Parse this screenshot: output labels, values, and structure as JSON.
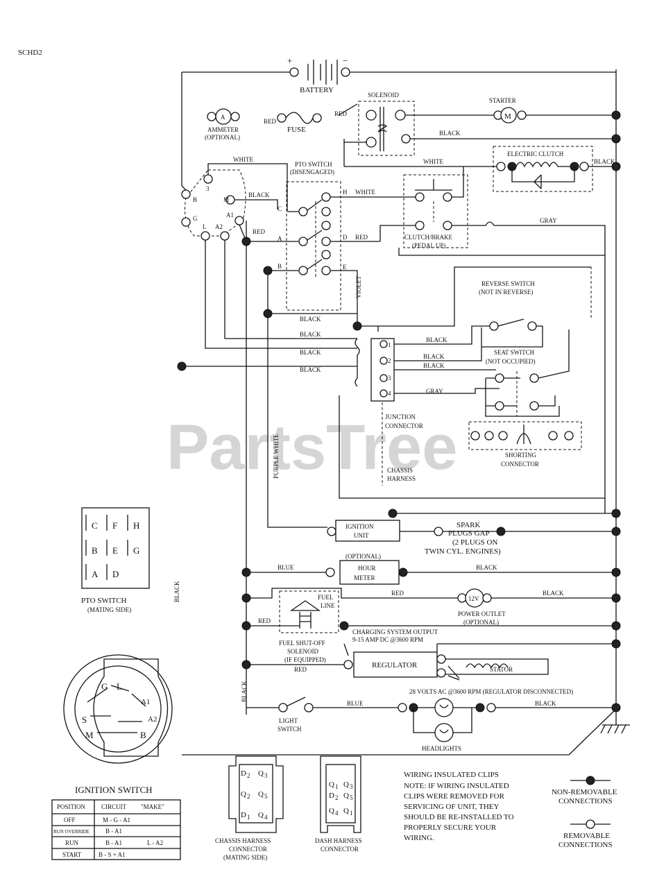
{
  "page": {
    "code": "SCHD2",
    "watermark": "PartsTree",
    "side_code": "BLACK"
  },
  "top": {
    "battery": "BATTERY",
    "plus": "+",
    "minus": "−",
    "solenoid": "SOLENOID",
    "starter": "STARTER",
    "starter_m": "M",
    "ammeter": "AMMETER",
    "ammeter_sub": "(OPTIONAL)",
    "ammeter_a": "A",
    "fuse": "FUSE",
    "red": "RED",
    "black": "BLACK",
    "electric_clutch": "ELECTRIC CLUTCH"
  },
  "pto": {
    "title": "PTO SWITCH",
    "sub": "(DISENGAGED)",
    "pins": [
      "C",
      "H",
      "A",
      "D",
      "B",
      "E"
    ]
  },
  "ignition_terminals": [
    "3",
    "B",
    "G",
    "A1",
    "L",
    "A2",
    "M"
  ],
  "clutch_brake": {
    "label": "CLUTCH/BRAKE",
    "sub": "(PEDAL UP)"
  },
  "reverse_switch": {
    "label": "REVERSE SWITCH",
    "sub": "(NOT IN REVERSE)"
  },
  "seat_switch": {
    "label": "SEAT SWITCH",
    "sub": "(NOT OCCUPIED)"
  },
  "junction": {
    "label": "JUNCTION",
    "label2": "CONNECTOR",
    "pins": [
      "1",
      "2",
      "3",
      "4"
    ]
  },
  "shorting": {
    "label": "SHORTING",
    "label2": "CONNECTOR"
  },
  "chassis": {
    "label": "CHASSIS",
    "label2": "HARNESS"
  },
  "wires": {
    "white": "WHITE",
    "black": "BLACK",
    "red": "RED",
    "gray": "GRAY",
    "blue": "BLUE",
    "violet": "VIOLET",
    "purple_white": "PURPLE WHITE"
  },
  "pto_legend": {
    "title": "PTO SWITCH",
    "sub": "(MATING SIDE)",
    "grid": [
      [
        "C",
        "F",
        "H"
      ],
      [
        "B",
        "E",
        "G"
      ],
      [
        "A",
        "D",
        ""
      ]
    ]
  },
  "ignition_unit": {
    "label": "IGNITION",
    "label2": "UNIT"
  },
  "spark": {
    "l1": "SPARK",
    "l2": "PLUGS GAP",
    "l3": "(2 PLUGS ON",
    "l4": "TWIN CYL. ENGINES)"
  },
  "hour_meter": {
    "opt": "(OPTIONAL)",
    "l1": "HOUR",
    "l2": "METER"
  },
  "power_outlet": {
    "label": "12V",
    "l1": "POWER OUTLET",
    "l2": "(OPTIONAL)"
  },
  "fuel_solenoid": {
    "l1": "FUEL SHUT-OFF",
    "l2": "SOLENOID",
    "l3": "(IF EQUIPPED)",
    "fuel": "FUEL",
    "line": "LINE"
  },
  "regulator": {
    "label": "REGULATOR",
    "note1": "CHARGING SYSTEM OUTPUT",
    "note2": "9-15 AMP DC @3600 RPM"
  },
  "stator": {
    "label": "STATOR",
    "note": "28 VOLTS AC @3600 RPM (REGULATOR DISCONNECTED)"
  },
  "light_switch": {
    "l1": "LIGHT",
    "l2": "SWITCH"
  },
  "headlights": {
    "label": "HEADLIGHTS"
  },
  "ignition_switch": {
    "title": "IGNITION SWITCH",
    "letters": [
      "G",
      "L",
      "A1",
      "S",
      "A2",
      "M",
      "B"
    ],
    "table": {
      "headers": [
        "POSITION",
        "CIRCUIT",
        "\"MAKE\""
      ],
      "rows": [
        [
          "OFF",
          "M - G - A1",
          ""
        ],
        [
          "RUN OVERRIDE",
          "B - A1",
          ""
        ],
        [
          "RUN",
          "B - A1",
          "L - A2"
        ],
        [
          "START",
          "B - S + A1",
          ""
        ]
      ]
    }
  },
  "chassis_conn": {
    "l1": "CHASSIS HARNESS",
    "l2": "CONNECTOR",
    "l3": "(MATING SIDE)",
    "pins": [
      [
        "D",
        "2",
        "Q",
        "3"
      ],
      [
        "Q",
        "2",
        "Q",
        "5"
      ],
      [
        "D",
        "1",
        "Q",
        "4"
      ]
    ]
  },
  "dash_conn": {
    "l1": "DASH HARNESS",
    "l2": "CONNECTOR",
    "pins": [
      [
        "Q",
        "1",
        "Q",
        "3"
      ],
      [
        "D",
        "2",
        "Q",
        "5"
      ],
      [
        "Q",
        "4",
        "Q",
        "1"
      ]
    ]
  },
  "notes": {
    "clips": "WIRING INSULATED CLIPS",
    "n1": "NOTE: IF WIRING INSULATED",
    "n2": "CLIPS WERE REMOVED FOR",
    "n3": "SERVICING OF UNIT, THEY",
    "n4": "SHOULD BE RE-INSTALLED TO",
    "n5": "PROPERLY SECURE YOUR",
    "n6": "WIRING."
  },
  "legend": {
    "nonremovable": "NON-REMOVABLE",
    "connections": "CONNECTIONS",
    "removable": "REMOVABLE",
    "connections2": "CONNECTIONS"
  }
}
